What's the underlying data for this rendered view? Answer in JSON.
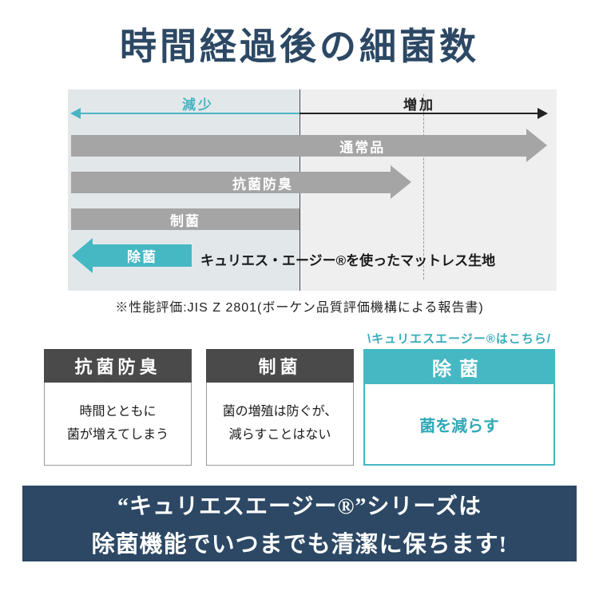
{
  "title": "時間経過後の細菌数",
  "chart": {
    "decrease_label": "減少",
    "increase_label": "増加",
    "bars": {
      "normal": "通常品",
      "antibacterial": "抗菌防臭",
      "bacteriostatic": "制菌",
      "sterilizing": "除菌"
    },
    "annotation": "キュリエス・エージー®を使ったマットレス生地",
    "footnote": "※性能評価:JIS Z 2801(ボーケン品質評価機構による報告書)"
  },
  "callout": "\\キュリエスエージー®はこちら/",
  "cards": [
    {
      "header": "抗菌防臭",
      "body": "時間とともに\n菌が増えてしまう"
    },
    {
      "header": "制菌",
      "body": "菌の増殖は防ぐが、\n減らすことはない"
    },
    {
      "header": "除菌",
      "body": "菌を減らす"
    }
  ],
  "banner": {
    "line1": "“キュリエスエージー®”シリーズは",
    "line2": "除菌機能でいつまでも清潔に保ちます!"
  },
  "colors": {
    "navy": "#2c4864",
    "teal": "#45b8c4",
    "arrow_gray": "#a5a5a5",
    "header_gray": "#4a4a4a"
  }
}
